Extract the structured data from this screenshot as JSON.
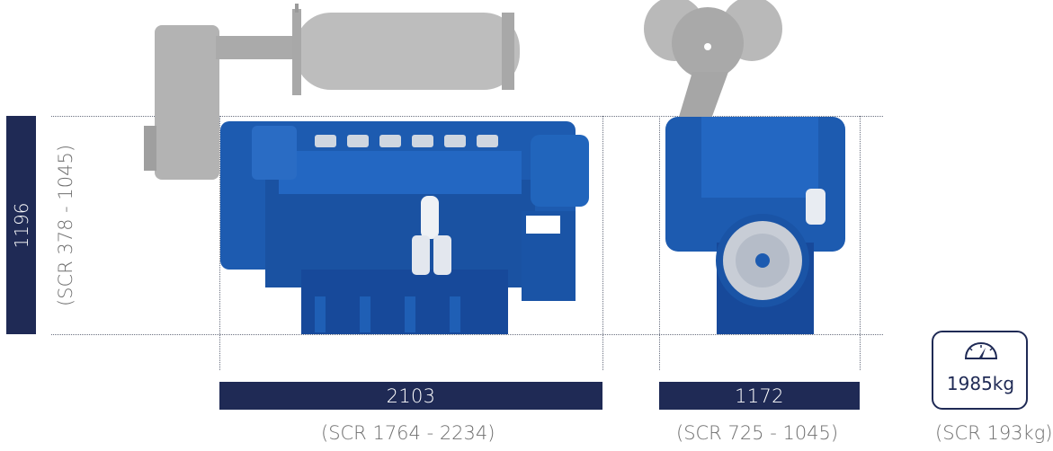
{
  "height": {
    "value": "1196",
    "scr": "(SCR 378 - 1045)"
  },
  "length": {
    "value": "2103",
    "scr": "(SCR 1764 - 2234)"
  },
  "width": {
    "value": "1172",
    "scr": "(SCR 725 - 1045)"
  },
  "weight": {
    "value": "1985kg",
    "scr": "(SCR 193kg)",
    "icon": "gauge-icon"
  },
  "colors": {
    "navy": "#1f2a55",
    "engine_blue": "#1d5bb0",
    "scr_grey": "#b3b3b3",
    "text_grey": "#6f6f6f"
  }
}
